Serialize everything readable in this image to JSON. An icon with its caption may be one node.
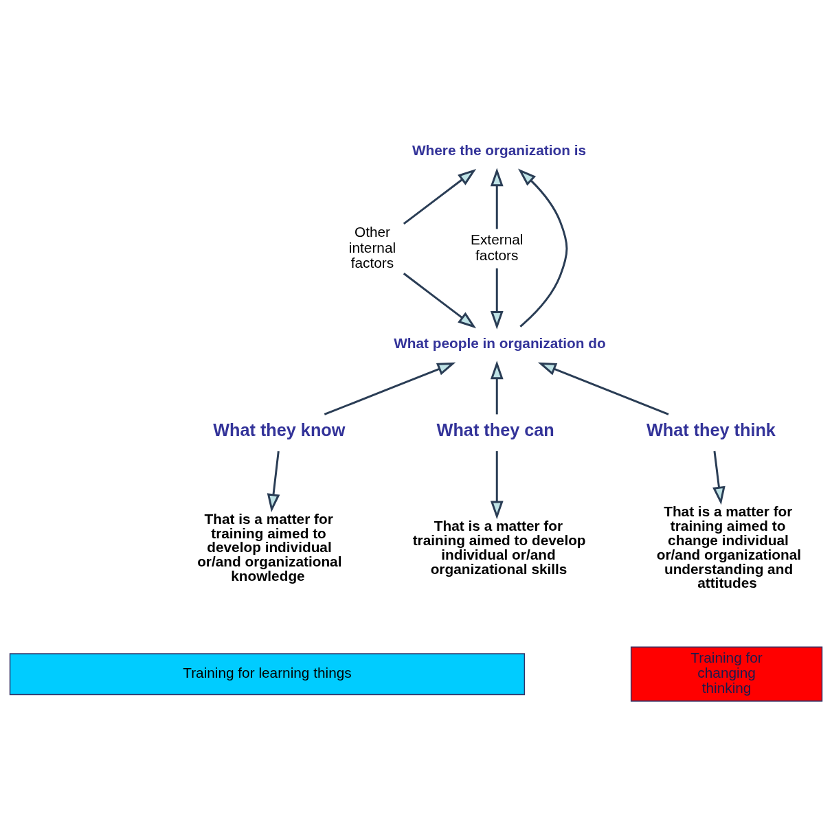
{
  "diagram": {
    "nodes": [
      {
        "text": [
          "Where the organization is"
        ]
      },
      {
        "text": [
          "Other internal factors"
        ]
      },
      {
        "text": [
          "External factors"
        ]
      },
      {
        "text": [
          "What people in organization do"
        ]
      },
      {
        "text": [
          "What they know"
        ]
      },
      {
        "text": [
          "What they can"
        ]
      },
      {
        "text": [
          "What they think"
        ]
      },
      {
        "text": [
          "That is a matter for training aimed to develop individual or/and organizational knowledge"
        ]
      },
      {
        "text": [
          "That is a matter for training aimed to develop individual or/and organizational skills"
        ]
      },
      {
        "text": [
          "That is a matter for training aimed to change individual or/and organizational understanding and attitudes"
        ]
      },
      {
        "text": [
          "Training for learning things"
        ]
      },
      {
        "text": [
          "Training for changing thinking"
        ]
      }
    ],
    "edges": [
      {
        "from": 1,
        "to": 0,
        "arrow": "to"
      },
      {
        "from": 1,
        "to": 3,
        "arrow": "to"
      },
      {
        "from": 3,
        "to": 0,
        "arrow": "to"
      },
      {
        "from": 2,
        "to": 0,
        "arrow": "to"
      },
      {
        "from": 2,
        "to": 3,
        "arrow": "to"
      },
      {
        "from": 4,
        "to": 3,
        "arrow": "to"
      },
      {
        "from": 5,
        "to": 3,
        "arrow": "to"
      },
      {
        "from": 6,
        "to": 3,
        "arrow": "to"
      },
      {
        "from": 4,
        "to": 7,
        "arrow": "to"
      },
      {
        "from": 5,
        "to": 8,
        "arrow": "to"
      },
      {
        "from": 6,
        "to": 9,
        "arrow": "to"
      }
    ]
  }
}
